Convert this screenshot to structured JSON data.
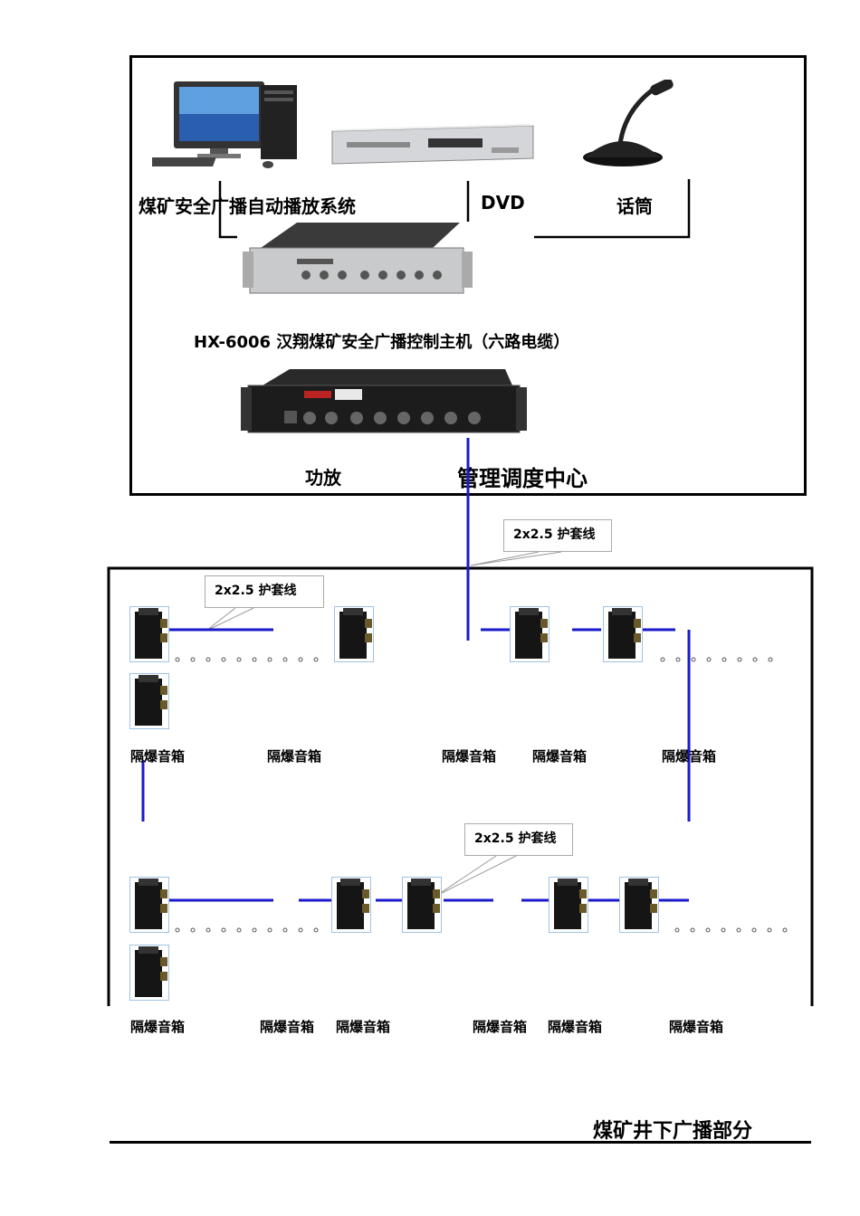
{
  "top_section": {
    "computer_label": "煤矿安全广播自动播放系统",
    "dvd_label": "DVD",
    "mic_label": "话筒",
    "controller_label": "HX-6006 汉翔煤矿安全广播控制主机（六路电缆）",
    "amp_label": "功放",
    "center_label": "管理调度中心"
  },
  "callouts": {
    "main": "2x2.5 护套线",
    "left": "2x2.5 护套线",
    "mid": "2x2.5 护套线"
  },
  "speaker_labels_row1": [
    "隔爆音箱",
    "隔爆音箱",
    "隔爆音箱",
    "隔爆音箱",
    "隔爆音箱"
  ],
  "speaker_labels_row2": [
    "隔爆音箱",
    "隔爆音箱",
    "隔爆音箱",
    "隔爆音箱",
    "隔爆音箱",
    "隔爆音箱"
  ],
  "footer": {
    "title": "煤矿井下广播部分"
  },
  "colors": {
    "cable": "#1a1acc",
    "border": "#000000"
  }
}
